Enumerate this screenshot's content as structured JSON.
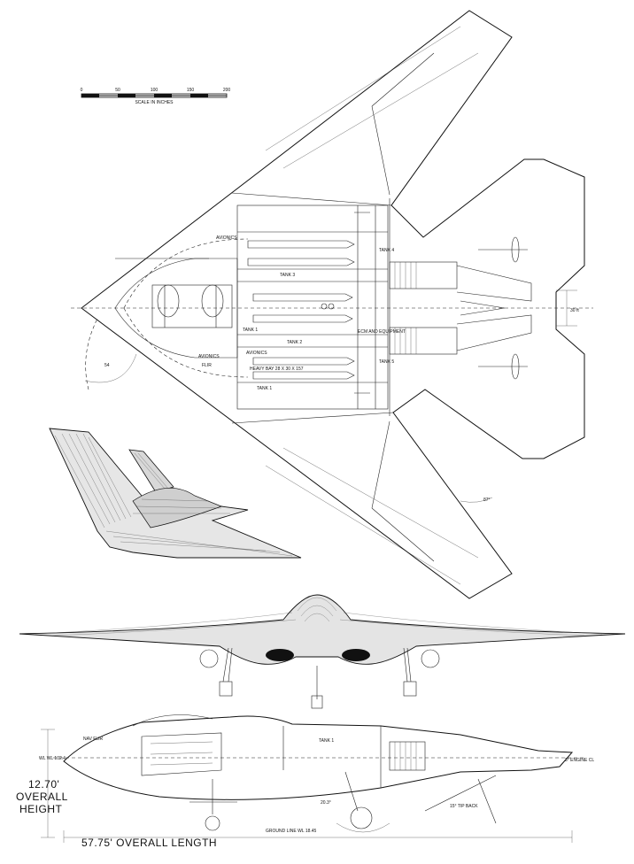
{
  "scale": {
    "ticks": [
      "0",
      "50",
      "100",
      "150",
      "200"
    ],
    "caption": "SCALE IN INCHES"
  },
  "plan_view": {
    "bay_labels": [
      "AVIONICS",
      "TANK 3",
      "TANK 1",
      "TANK 2",
      "AVIONICS",
      "HEAVY BAY 28 X 30 X 157",
      "TANK 1",
      "ECM AND EQUIPMENT",
      "TANK 4",
      "TANK 5",
      "AVIONICS",
      "FLIR"
    ],
    "dimensions": [
      "30 ft",
      "87°",
      "54"
    ]
  },
  "side_view": {
    "labels": {
      "nav_flir": "NAV FLIR",
      "wl_ref": "WL WL 102.4",
      "tank": "TANK 1",
      "engine_cl": "3° ENGINE CL",
      "tip_back": "15° TIP BACK",
      "ground_line": "GROUND LINE WL 18.45",
      "angle": "20.3°"
    },
    "overall_height": [
      "12.70'",
      "OVERALL",
      "HEIGHT"
    ],
    "overall_length": "57.75' OVERALL LENGTH"
  }
}
